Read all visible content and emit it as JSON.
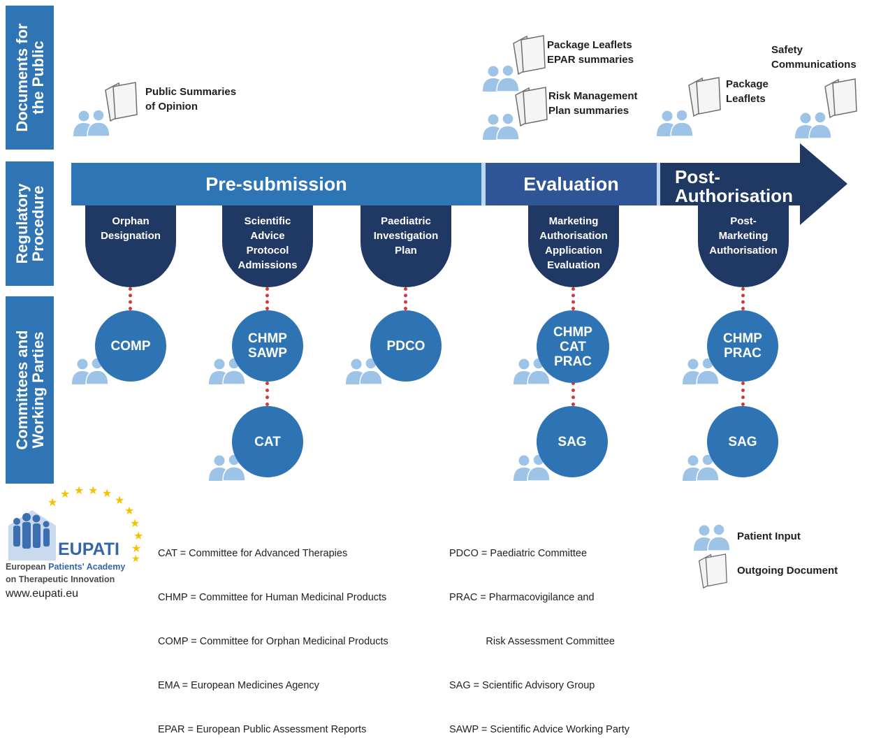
{
  "rows": {
    "documents": "Documents for\nthe Public",
    "regulatory": "Regulatory\nProcedure",
    "committees": "Committees and\nWorking Parties"
  },
  "documents": {
    "public_summaries": "Public Summaries\nof Opinion",
    "package_epar": "Package Leaflets\nEPAR summaries",
    "rmp_summaries": "Risk Management\nPlan summaries",
    "package_leaflets": "Package\nLeaflets",
    "safety_comms": "Safety\nCommunications"
  },
  "phases": {
    "presubmission": "Pre-submission",
    "evaluation": "Evaluation",
    "postauth": "Post-\nAuthorisation"
  },
  "stages": {
    "orphan": "Orphan\nDesignation",
    "scientific": "Scientific\nAdvice\nProtocol\nAdmissions",
    "paediatric": "Paediatric\nInvestigation\nPlan",
    "maa": "Marketing\nAuthorisation\nApplication\nEvaluation",
    "postmarketing": "Post-\nMarketing\nAuthorisation"
  },
  "committees": {
    "comp": "COMP",
    "chmp_sawp": "CHMP\nSAWP",
    "cat": "CAT",
    "pdco": "PDCO",
    "chmp_cat_prac": "CHMP\nCAT\nPRAC",
    "sag1": "SAG",
    "chmp_prac": "CHMP\nPRAC",
    "sag2": "SAG"
  },
  "legend": {
    "left": [
      "CAT = Committee for Advanced Therapies",
      "CHMP = Committee for Human Medicinal Products",
      "COMP = Committee for Orphan Medicinal Products",
      "EMA = European Medicines Agency",
      "EPAR = European Public Assessment Reports"
    ],
    "right": [
      "PDCO = Paediatric Committee",
      "PRAC = Pharmacovigilance and",
      "             Risk Assessment Committee",
      "SAG = Scientific Advisory Group",
      "SAWP = Scientific Advice Working Party"
    ]
  },
  "key": {
    "patient_input": "Patient Input",
    "outgoing_document": "Outgoing Document"
  },
  "logo": {
    "name": "EUPATI",
    "line1_a": "European ",
    "line1_b": "Patients' Academy",
    "line2": "on Therapeutic Innovation",
    "url": "www.eupati.eu"
  },
  "colors": {
    "side_blue": "#2f74b5",
    "bar_light": "#2e75b6",
    "bar_mid": "#2f5597",
    "bar_dark": "#203864",
    "circle": "#2e74b5",
    "connector": "#d03a3a",
    "patient_icon": "#9dc3e6"
  }
}
